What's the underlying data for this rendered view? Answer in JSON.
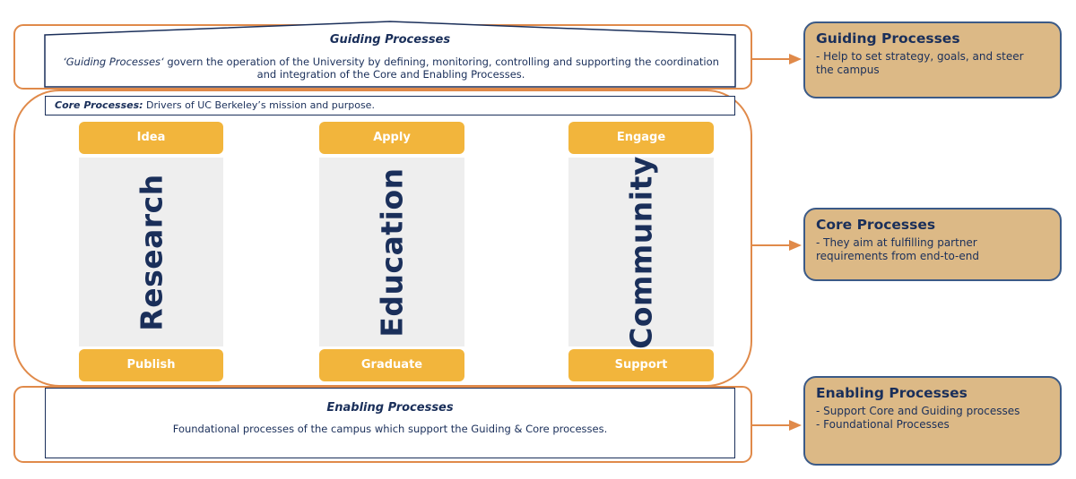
{
  "guiding": {
    "title": "Guiding Processes",
    "desc_lead": "‘Guiding Processes‘",
    "desc_rest": " govern the operation of the University by defining, monitoring, controlling and supporting the coordination and integration of the Core and Enabling Processes."
  },
  "core": {
    "label_bold": "Core Processes:",
    "label_rest": " Drivers of UC Berkeley’s mission and purpose.",
    "columns": [
      {
        "top": "Idea",
        "word": "Research",
        "bottom": "Publish"
      },
      {
        "top": "Apply",
        "word": "Education",
        "bottom": "Graduate"
      },
      {
        "top": "Engage",
        "word": "Community",
        "bottom": "Support"
      }
    ]
  },
  "enabling": {
    "title": "Enabling Processes",
    "desc": "Foundational processes of the campus which support the Guiding & Core processes."
  },
  "side": [
    {
      "title": "Guiding Processes",
      "lines": [
        "- Help to set strategy, goals, and steer",
        "the campus"
      ]
    },
    {
      "title": "Core Processes",
      "lines": [
        "- They aim at fulfilling partner",
        "requirements from end-to-end"
      ]
    },
    {
      "title": "Enabling Processes",
      "lines": [
        "- Support Core and Guiding processes",
        "- Foundational Processes"
      ]
    }
  ],
  "colors": {
    "orange": "#e08a4a",
    "gold": "#f2b53c",
    "navy": "#1a2f5a",
    "tan": "#dcb986",
    "grey": "#eeeeee"
  }
}
